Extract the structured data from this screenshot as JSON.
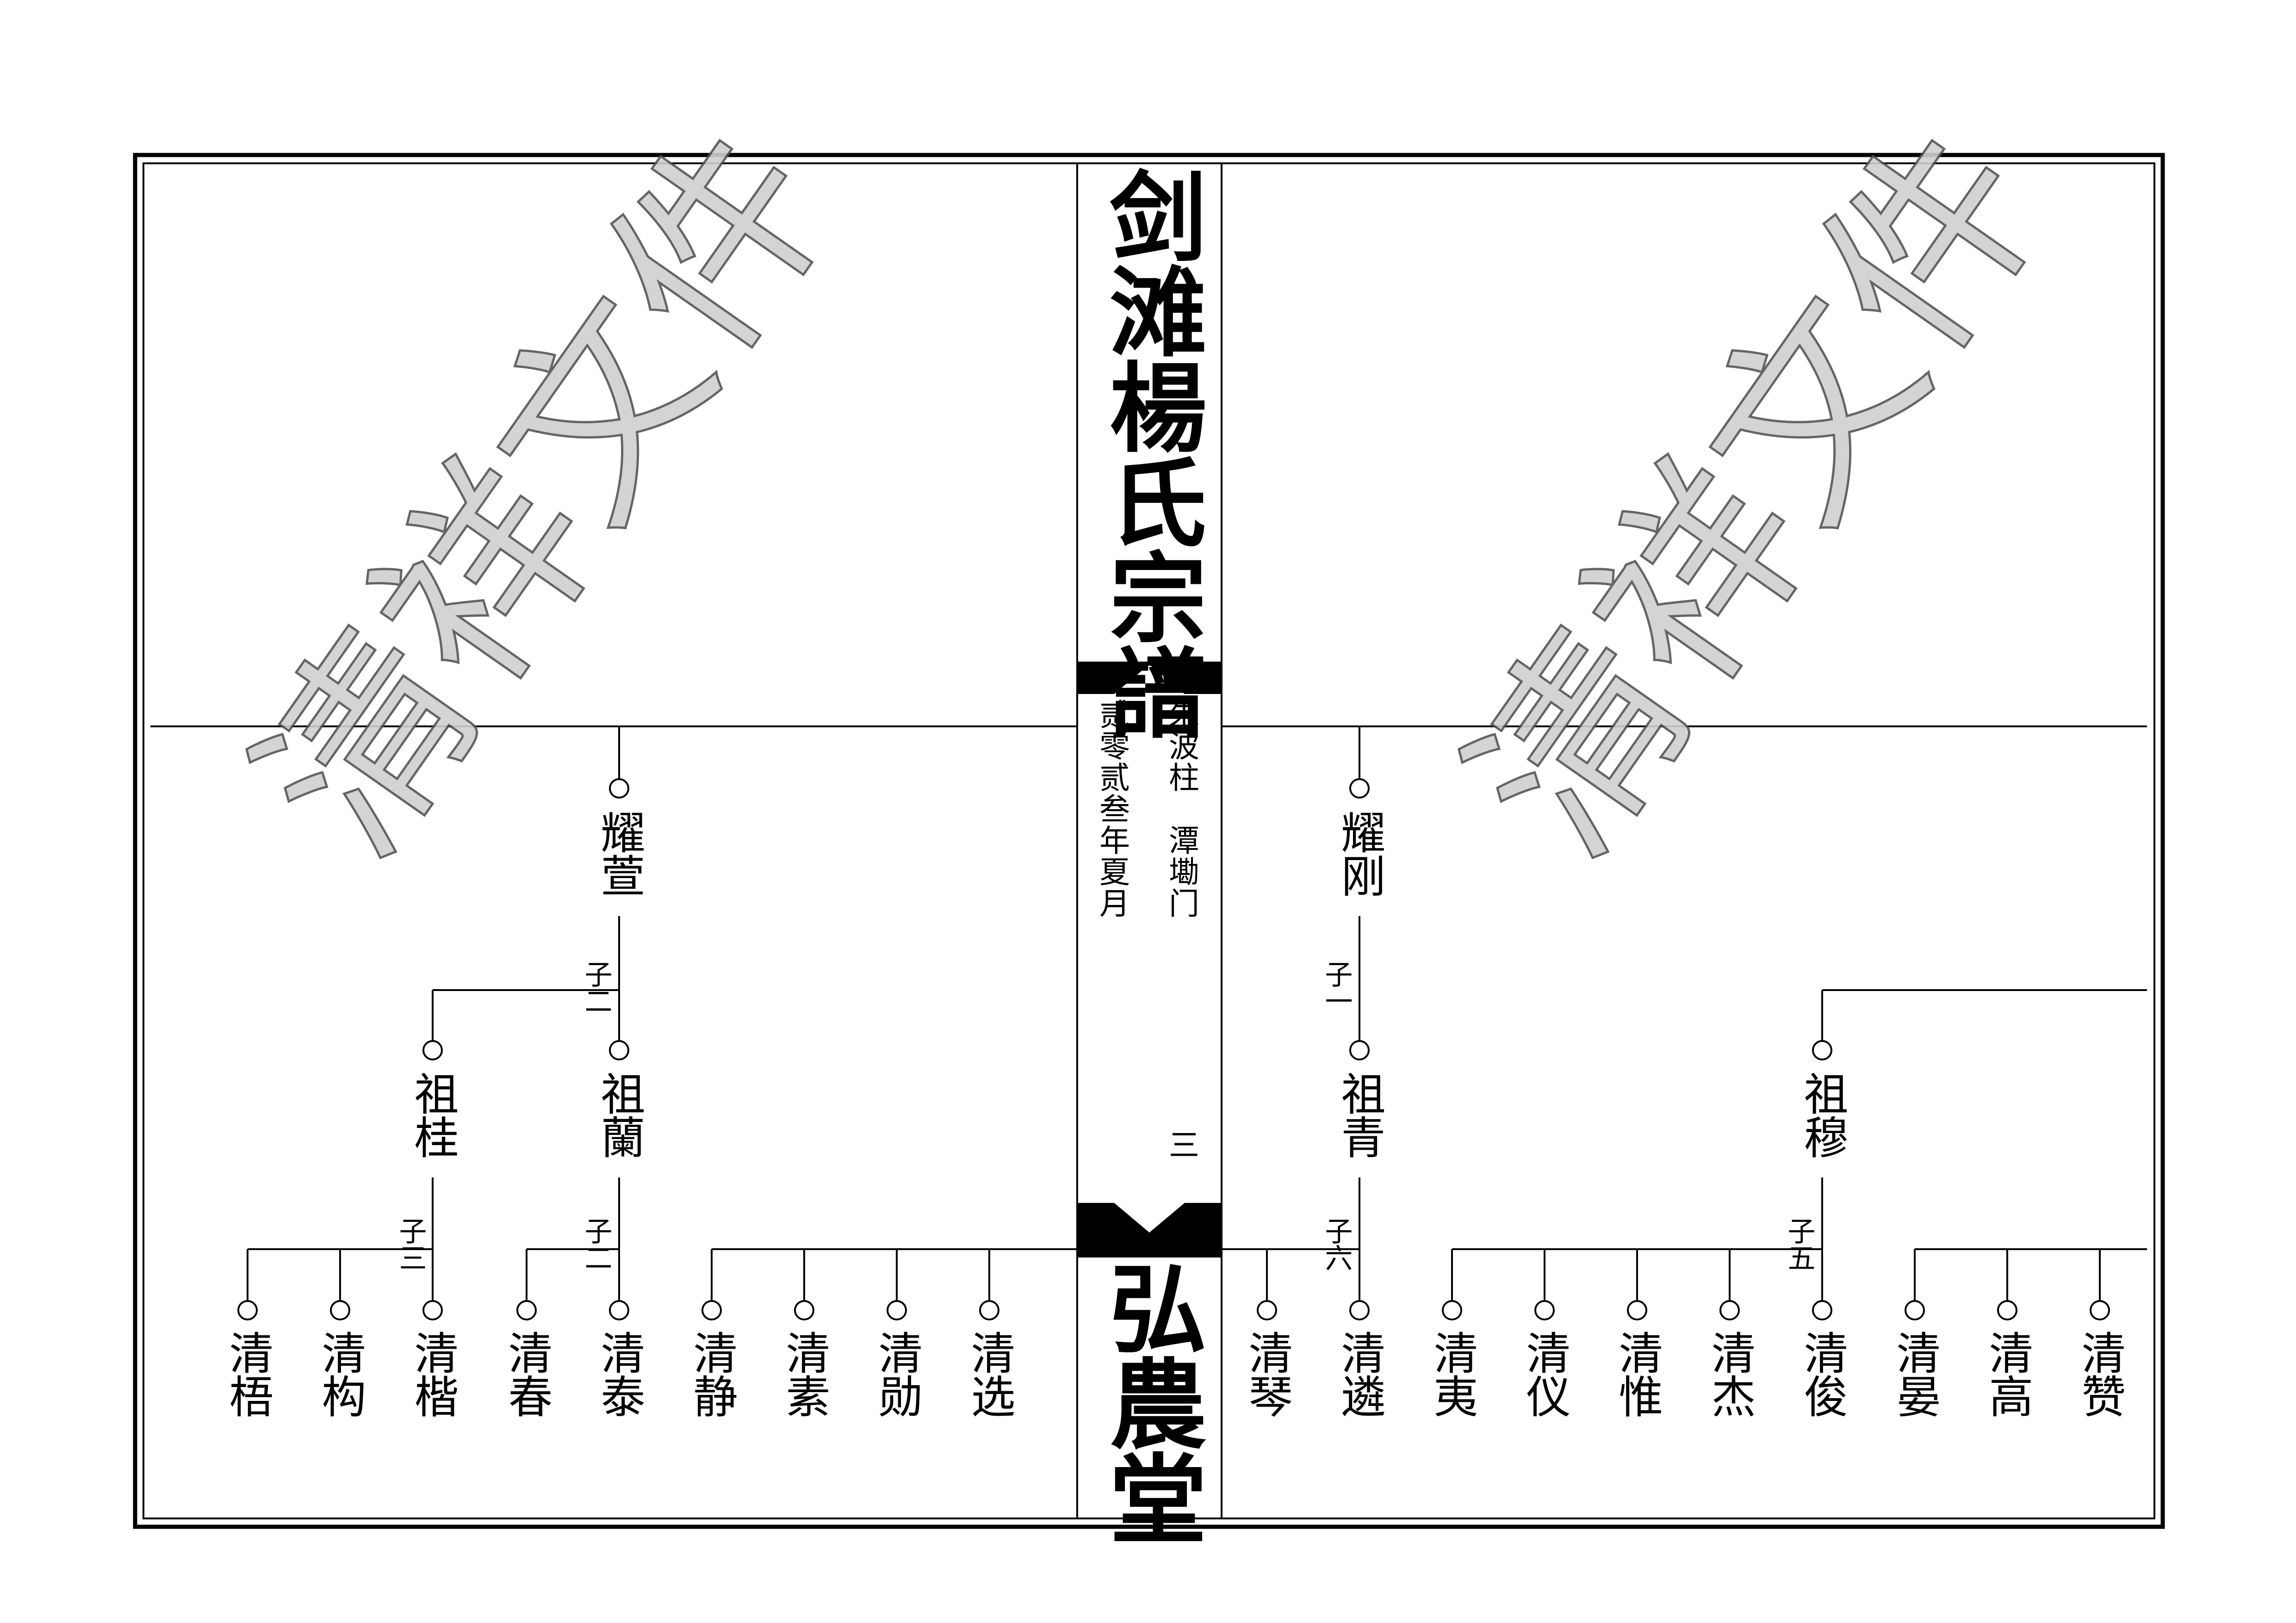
{
  "spine": {
    "title": "剑滩楊氏宗譜",
    "hall": "弘農堂",
    "editor": "朱波柱　潭墈门",
    "date": "贰零贰叁年夏月",
    "page_number": "三"
  },
  "watermark": {
    "text": "清祥文件",
    "color": "#d0d0d0"
  },
  "left_panel": {
    "gen1": {
      "name": "耀萱",
      "child_count_label": "子二"
    },
    "gen2": [
      {
        "name": "祖桂",
        "child_count_label": "子三"
      },
      {
        "name": "祖蘭",
        "child_count_label": "子二"
      }
    ],
    "gen3": [
      "清梧",
      "清构",
      "清楷",
      "清春",
      "清泰",
      "清静",
      "清素",
      "清勋",
      "清选"
    ]
  },
  "right_panel": {
    "gen1": {
      "name": "耀刚",
      "child_count_label": "子一"
    },
    "gen2": [
      {
        "name": "祖青",
        "child_count_label": "子六"
      },
      {
        "name": "祖穆",
        "child_count_label": "子五"
      }
    ],
    "gen3": [
      "清琴",
      "清遴",
      "清夷",
      "清仪",
      "清惟",
      "清杰",
      "清俊",
      "清晏",
      "清高",
      "清赞"
    ]
  }
}
